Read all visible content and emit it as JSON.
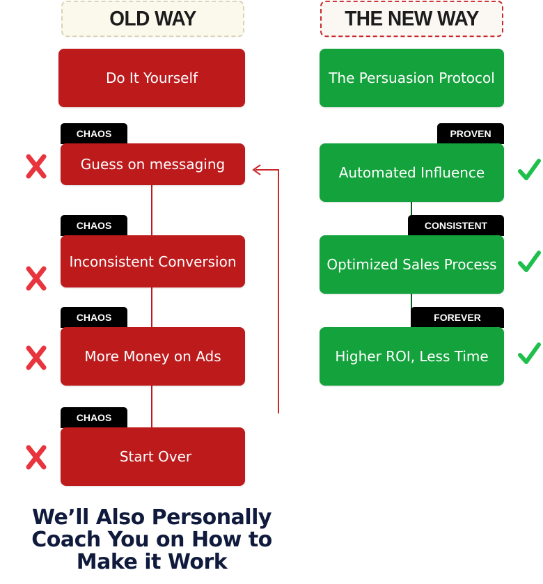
{
  "headers": {
    "old": "OLD WAY",
    "new": "THE NEW WAY"
  },
  "old_way": {
    "start": "Do It Yourself",
    "steps": [
      {
        "tag": "CHAOS",
        "label": "Guess on messaging"
      },
      {
        "tag": "CHAOS",
        "label": "Inconsistent Conversion"
      },
      {
        "tag": "CHAOS",
        "label": "More Money on Ads"
      },
      {
        "tag": "CHAOS",
        "label": "Start Over"
      }
    ]
  },
  "new_way": {
    "start": "The Persuasion Protocol",
    "steps": [
      {
        "tag": "PROVEN",
        "label": "Automated Influence"
      },
      {
        "tag": "CONSISTENT",
        "label": "Optimized Sales Process"
      },
      {
        "tag": "FOREVER",
        "label": "Higher ROI, Less Time"
      }
    ]
  },
  "footer": {
    "lines": [
      "We’ll Also Personally",
      "Coach You on How to",
      "Make it Work"
    ]
  },
  "colors": {
    "red_box": "#bd1a1c",
    "green_box": "#14a23c",
    "x_mark": "#e8353d",
    "check_mark": "#1fbf4c",
    "footer_text": "#0f1a3c"
  },
  "icons": {
    "fail": "x-mark-icon",
    "success": "check-mark-icon",
    "loop": "loop-arrow-icon"
  }
}
